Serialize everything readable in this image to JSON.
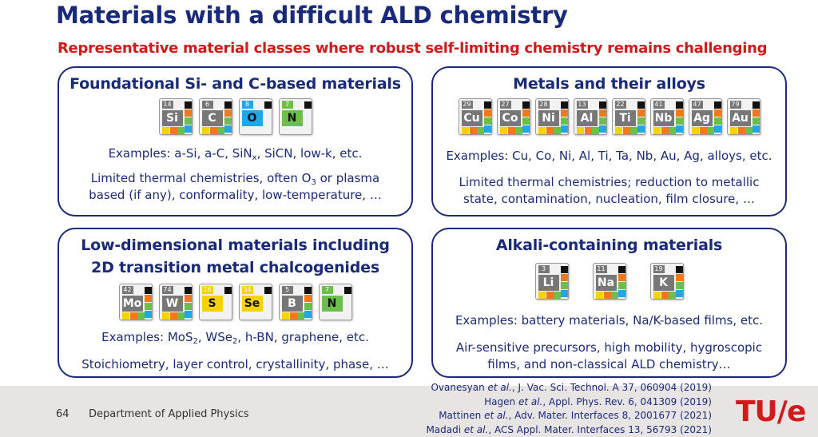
{
  "header": {
    "title": "Materials with a difficult ALD chemistry",
    "subtitle": "Representative material classes where robust self-limiting chemistry remains challenging"
  },
  "panels": {
    "si": {
      "title": "Foundational Si- and C-based materials",
      "examples_prefix": "Examples: a-Si, a-C, SiN",
      "examples_sub": "x",
      "examples_suffix": ", SiCN, low-k, etc.",
      "challenges_line1_prefix": "Limited thermal chemistries, often O",
      "challenges_line1_sub": "3",
      "challenges_line1_suffix": " or plasma",
      "challenges_line2": "based (if any), conformality, low-temperature, …"
    },
    "metals": {
      "title": "Metals and their alloys",
      "examples": "Examples: Cu, Co, Ni, Al, Ti, Ta, Nb, Au, Ag, alloys, etc.",
      "challenges_line1": "Limited thermal chemistries; reduction to metallic",
      "challenges_line2": "state, contamination, nucleation, film closure, …"
    },
    "twod": {
      "title_line1": "Low-dimensional materials including",
      "title_line2": "2D transition metal chalcogenides",
      "examples_a": "Examples: MoS",
      "examples_sub1": "2",
      "examples_b": ", WSe",
      "examples_sub2": "2",
      "examples_c": ", h-BN, graphene, etc.",
      "challenges": "Stoichiometry, layer control, crystallinity, phase, …"
    },
    "alkali": {
      "title": "Alkali-containing materials",
      "examples": "Examples: battery materials, Na/K-based films, etc.",
      "challenges_line1": "Air-sensitive precursors, high mobility, hygroscopic",
      "challenges_line2": "films, and non-classical ALD chemistry…"
    }
  },
  "tiles": {
    "si": [
      {
        "num": "14",
        "sym": "Si",
        "bg": "#777777",
        "marks": [
          "black",
          "green",
          "blue"
        ]
      },
      {
        "num": "6",
        "sym": "C",
        "bg": "#777777",
        "marks": [
          "black",
          "green",
          "blue"
        ]
      },
      {
        "num": "8",
        "sym": "O",
        "bg": "#1ea8e8",
        "marks": []
      },
      {
        "num": "7",
        "sym": "N",
        "bg": "#6cbf4a",
        "marks": []
      }
    ],
    "metals": [
      {
        "num": "29",
        "sym": "Cu",
        "bg": "#777777"
      },
      {
        "num": "27",
        "sym": "Co",
        "bg": "#777777"
      },
      {
        "num": "28",
        "sym": "Ni",
        "bg": "#777777"
      },
      {
        "num": "13",
        "sym": "Al",
        "bg": "#777777"
      },
      {
        "num": "22",
        "sym": "Ti",
        "bg": "#777777"
      },
      {
        "num": "41",
        "sym": "Nb",
        "bg": "#777777"
      },
      {
        "num": "47",
        "sym": "Ag",
        "bg": "#777777"
      },
      {
        "num": "79",
        "sym": "Au",
        "bg": "#777777"
      }
    ],
    "twod": [
      {
        "num": "42",
        "sym": "Mo",
        "bg": "#777777"
      },
      {
        "num": "74",
        "sym": "W",
        "bg": "#777777"
      },
      {
        "num": "16",
        "sym": "S",
        "bg": "#f5d200"
      },
      {
        "num": "34",
        "sym": "Se",
        "bg": "#f5d200"
      },
      {
        "num": "5",
        "sym": "B",
        "bg": "#777777"
      },
      {
        "num": "7",
        "sym": "N",
        "bg": "#6cbf4a"
      }
    ],
    "alkali": [
      {
        "num": "3",
        "sym": "Li",
        "bg": "#777777"
      },
      {
        "num": "11",
        "sym": "Na",
        "bg": "#777777"
      },
      {
        "num": "19",
        "sym": "K",
        "bg": "#777777"
      }
    ]
  },
  "footer": {
    "page_number": "64",
    "department": "Department of Applied Physics",
    "refs": [
      {
        "author": "Ovanesyan",
        "rest": ", J. Vac. Sci. Technol. A 37, 060904 (2019)"
      },
      {
        "author": "Hagen",
        "rest": ", Appl. Phys. Rev. 6, 041309 (2019)"
      },
      {
        "author": "Mattinen",
        "rest": ", Adv. Mater. Interfaces 8, 2001677 (2021)"
      },
      {
        "author": "Madadi",
        "rest": ", ACS Appl. Mater. Interfaces 13, 56793 (2021)"
      }
    ],
    "etal": "et al.",
    "logo": "TU/e"
  }
}
